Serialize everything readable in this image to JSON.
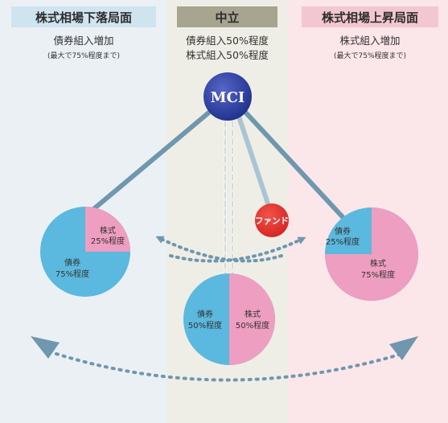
{
  "columns": {
    "left": {
      "title": "株式相場下落局面",
      "line1": "債券組入増加",
      "line2": "(最大で75%程度まで)"
    },
    "middle": {
      "title": "中立",
      "line1": "債券組入50%程度",
      "line2": "株式組入50%程度"
    },
    "right": {
      "title": "株式相場上昇局面",
      "line1": "株式組入増加",
      "line2": "(最大で75%程度まで)"
    }
  },
  "nodes": {
    "mci": "MCI",
    "fund": "ファンド"
  },
  "pies": {
    "left": {
      "stock_label": "株式",
      "stock_value": "25%程度",
      "bond_label": "債券",
      "bond_value": "75%程度",
      "stock_share": 0.25
    },
    "middle": {
      "stock_label": "株式",
      "stock_value": "50%程度",
      "bond_label": "債券",
      "bond_value": "50%程度",
      "stock_share": 0.5
    },
    "right": {
      "stock_label": "株式",
      "stock_value": "75%程度",
      "bond_label": "債券",
      "bond_value": "25%程度",
      "stock_share": 0.75
    }
  },
  "colors": {
    "bond": "#5bb8de",
    "stock": "#ee9ec0",
    "mci": "#1f2f8a",
    "fund": "#d62323",
    "connector": "#6f97ad",
    "arrow": "#6f97ad"
  }
}
